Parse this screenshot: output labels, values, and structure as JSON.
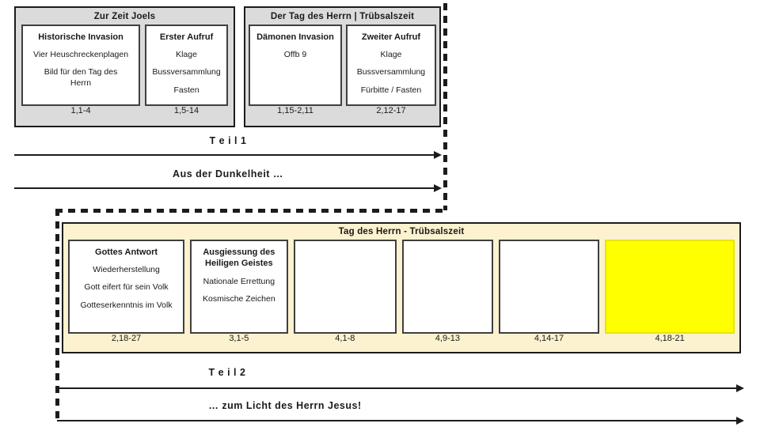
{
  "colors": {
    "panel-gray": "#dbdbdb",
    "panel-cream": "#fcf2cf",
    "highlight-yellow": "#ffff00",
    "highlight-border": "#e6e600",
    "line": "#1c1c1c",
    "box-border": "#3f3f3f",
    "text": "#1a1a1a"
  },
  "top_left": {
    "title": "Zur Zeit Joels",
    "boxes": [
      {
        "title": "Historische Invasion",
        "lines": [
          "Vier Heuschreckenplagen",
          "Bild für den Tag des Herrn"
        ],
        "ref": "1,1-4"
      },
      {
        "title": "Erster Aufruf",
        "lines": [
          "Klage",
          "Bussversammlung",
          "Fasten"
        ],
        "ref": "1,5-14"
      }
    ]
  },
  "top_right": {
    "title": "Der Tag des Herrn | Trübsalszeit",
    "boxes": [
      {
        "title": "Dämonen Invasion",
        "lines": [
          "Offb 9"
        ],
        "ref": "1,15-2,11"
      },
      {
        "title": "Zweiter Aufruf",
        "lines": [
          "Klage",
          "Bussversammlung",
          "Fürbitte / Fasten"
        ],
        "ref": "2,12-17"
      }
    ]
  },
  "timeline_top": {
    "part_label": "T e i l  1",
    "phrase": "Aus der Dunkelheit …"
  },
  "bottom": {
    "title": "Tag des Herrn - Trübsalszeit",
    "boxes": [
      {
        "title": "Gottes Antwort",
        "lines": [
          "Wiederherstellung",
          "Gott eifert für sein Volk",
          "Gotteserkenntnis im Volk"
        ],
        "ref": "2,18-27"
      },
      {
        "title": "Ausgiessung des Heiligen Geistes",
        "lines": [
          "Nationale Errettung",
          "Kosmische Zeichen"
        ],
        "ref": "3,1-5"
      },
      {
        "title": "",
        "lines": [],
        "ref": "4,1-8"
      },
      {
        "title": "",
        "lines": [],
        "ref": "4,9-13"
      },
      {
        "title": "",
        "lines": [],
        "ref": "4,14-17"
      },
      {
        "title": "",
        "lines": [],
        "ref": "4,18-21"
      }
    ]
  },
  "timeline_bottom": {
    "part_label": "T e i l  2",
    "phrase": "… zum Licht des Herrn Jesus!"
  }
}
